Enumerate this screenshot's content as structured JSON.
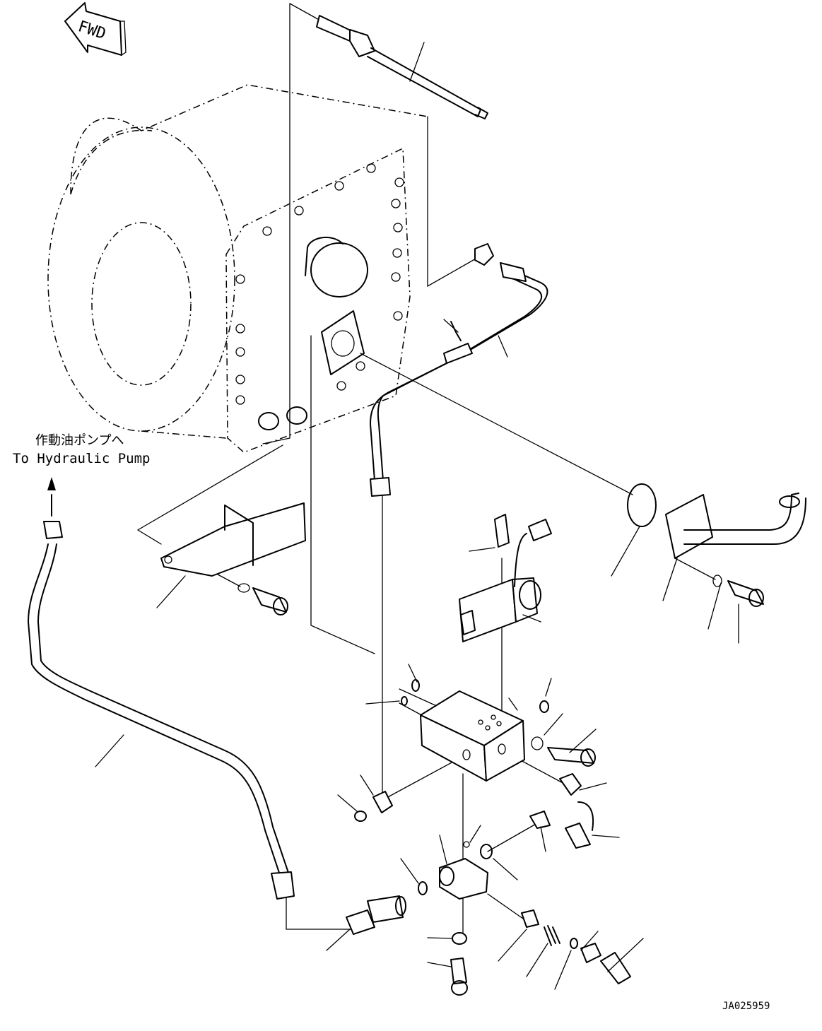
{
  "labels": {
    "fwd": "FWD",
    "dest_jp": "作動油ポンプへ",
    "dest_en": "To Hydraulic Pump",
    "drawing_code": "JA025959"
  }
}
